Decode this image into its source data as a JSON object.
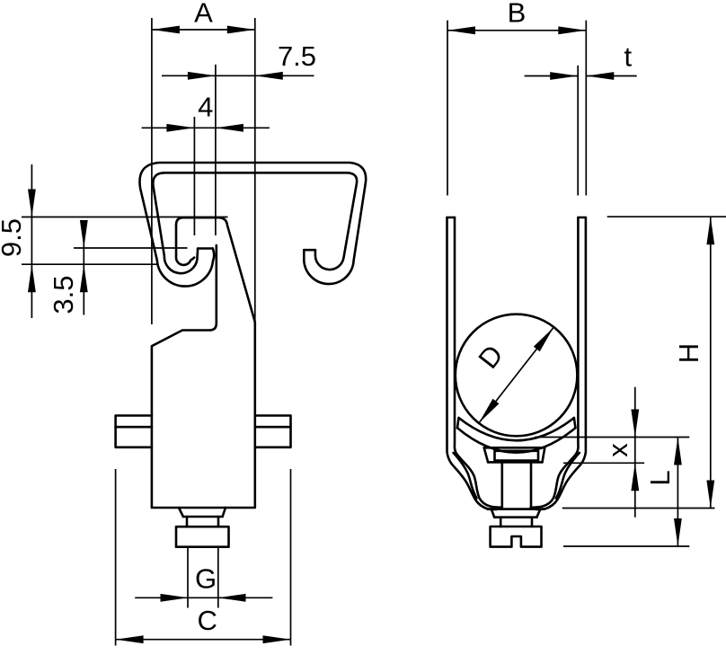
{
  "drawing": {
    "title": "Clamp technical drawing",
    "type": "technical-dimension-drawing",
    "views": [
      {
        "name": "front-view",
        "dimension_labels": [
          "A",
          "7.5",
          "4",
          "9.5",
          "3.5",
          "G",
          "C"
        ]
      },
      {
        "name": "side-view",
        "dimension_labels": [
          "B",
          "t",
          "D",
          "H",
          "x",
          "L"
        ]
      }
    ],
    "line_color": "#000000",
    "background_color": "#ffffff"
  },
  "labels": {
    "A": "A",
    "d75": "7.5",
    "d4": "4",
    "d95": "9.5",
    "d35": "3.5",
    "G": "G",
    "C": "C",
    "B": "B",
    "t": "t",
    "D": "D",
    "H": "H",
    "x": "x",
    "L": "L"
  }
}
